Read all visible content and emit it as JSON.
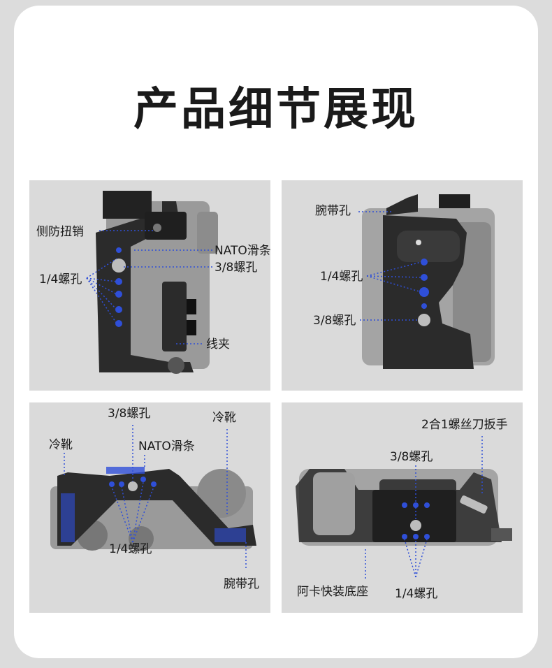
{
  "title": "产品细节展现",
  "colors": {
    "accent": "#2f4fd8",
    "cage": "#2b2b2b",
    "camera": "#9a9a9a",
    "panel_bg": "#dadada"
  },
  "panels": [
    {
      "labels": {
        "anti_twist_pin": "侧防扭销",
        "nato_rail": "NATO滑条",
        "hole_38": "3/8螺孔",
        "hole_14": "1/4螺孔",
        "cable_clamp": "线夹"
      }
    },
    {
      "labels": {
        "wrist_hole": "腕带孔",
        "hole_14": "1/4螺孔",
        "hole_38": "3/8螺孔"
      }
    },
    {
      "labels": {
        "hole_38": "3/8螺孔",
        "cold_shoe_right": "冷靴",
        "cold_shoe_left": "冷靴",
        "nato_rail": "NATO滑条",
        "hole_14": "1/4螺孔",
        "wrist_hole": "腕带孔"
      }
    },
    {
      "labels": {
        "wrench": "2合1螺丝刀扳手",
        "hole_38": "3/8螺孔",
        "arca_base": "阿卡快装底座",
        "hole_14": "1/4螺孔"
      }
    }
  ]
}
